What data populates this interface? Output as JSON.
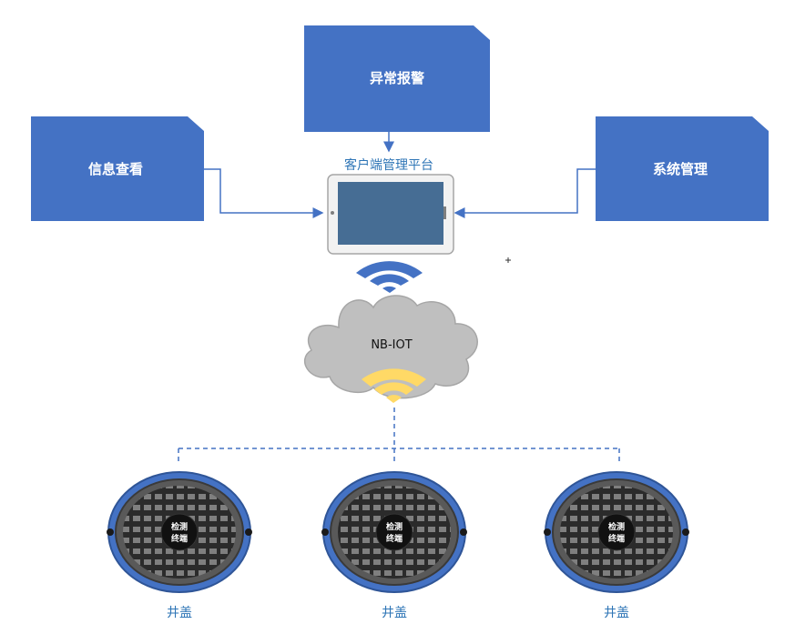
{
  "boxes": {
    "alarm": "异常报警",
    "info": "信息查看",
    "system": "系统管理"
  },
  "platform": {
    "title": "客户端管理平台"
  },
  "network": {
    "label": "NB-IOT"
  },
  "covers": [
    {
      "node_line1": "检测",
      "node_line2": "终端",
      "label": "井盖"
    },
    {
      "node_line1": "检测",
      "node_line2": "终端",
      "label": "井盖"
    },
    {
      "node_line1": "检测",
      "node_line2": "终端",
      "label": "井盖"
    }
  ],
  "colors": {
    "box_fill": "#4472c4",
    "connector": "#4472c4",
    "label_text": "#2e75b6",
    "wifi_top": "#4472c4",
    "wifi_cloud": "#ffd966",
    "cloud_fill": "#bfbfbf",
    "cover_rim": "#4472c4"
  }
}
